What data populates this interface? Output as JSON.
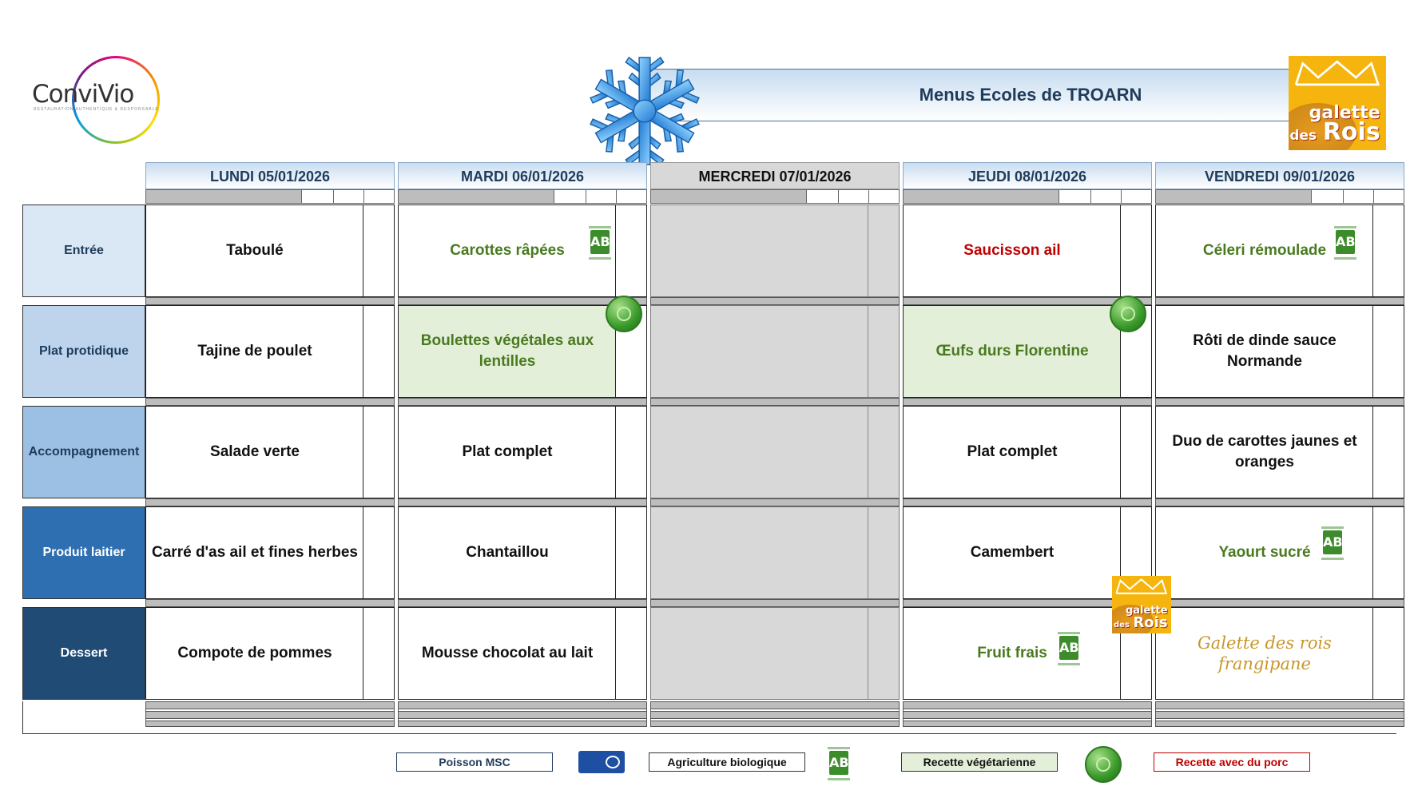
{
  "logo": {
    "name": "ConviVio",
    "tagline": "RESTAURATION AUTHENTIQUE & RESPONSABLE"
  },
  "title": "Menus Ecoles de TROARN",
  "galette_badge": {
    "line1": "galette",
    "line2": "des",
    "line3": "Rois"
  },
  "days": [
    {
      "label": "LUNDI  05/01/2026"
    },
    {
      "label": "MARDI 06/01/2026"
    },
    {
      "label": "MERCREDI 07/01/2026"
    },
    {
      "label": "JEUDI 08/01/2026"
    },
    {
      "label": "VENDREDI 09/01/2026"
    }
  ],
  "categories": [
    {
      "label": "Entrée",
      "bg": "#dae7f4",
      "fg": "#1f3c5c"
    },
    {
      "label": "Plat protidique",
      "bg": "#bdd4ec",
      "fg": "#1f3c5c"
    },
    {
      "label": "Accompagnement",
      "bg": "#9cc0e3",
      "fg": "#1f3c5c"
    },
    {
      "label": "Produit laitier",
      "bg": "#2e6fb2",
      "fg": "#ffffff"
    },
    {
      "label": "Dessert",
      "bg": "#1f4b75",
      "fg": "#ffffff"
    }
  ],
  "menu": {
    "lundi": [
      "Taboulé",
      "Tajine de poulet",
      "Salade verte",
      "Carré d'as ail et fines herbes",
      "Compote de pommes"
    ],
    "mardi": [
      "Carottes râpées",
      "Boulettes végétales aux lentilles",
      "Plat complet",
      "Chantaillou",
      "Mousse chocolat au lait"
    ],
    "jeudi": [
      "Saucisson ail",
      "Œufs durs Florentine",
      "Plat complet",
      "Camembert",
      "Fruit frais"
    ],
    "vendredi": [
      "Céleri rémoulade",
      "Rôti de dinde sauce Normande",
      "Duo de carottes jaunes et oranges",
      "Yaourt sucré",
      "Galette des rois frangipane"
    ]
  },
  "ab_logo": "AB",
  "legend": {
    "msc": "Poisson MSC",
    "bio": "Agriculture biologique",
    "veg": "Recette végétarienne",
    "porc": "Recette avec du porc"
  },
  "colors": {
    "bio_text": "#4a7a20",
    "porc_text": "#c00000",
    "veg_bg": "#e3efd9",
    "galette_text": "#c9962a",
    "wednesday_bg": "#d8d8d8"
  },
  "icons": [
    "snowflake-icon",
    "ab-bio-icon",
    "vegetarian-icon",
    "msc-fish-icon",
    "galette-des-rois-icon",
    "crown-icon"
  ]
}
